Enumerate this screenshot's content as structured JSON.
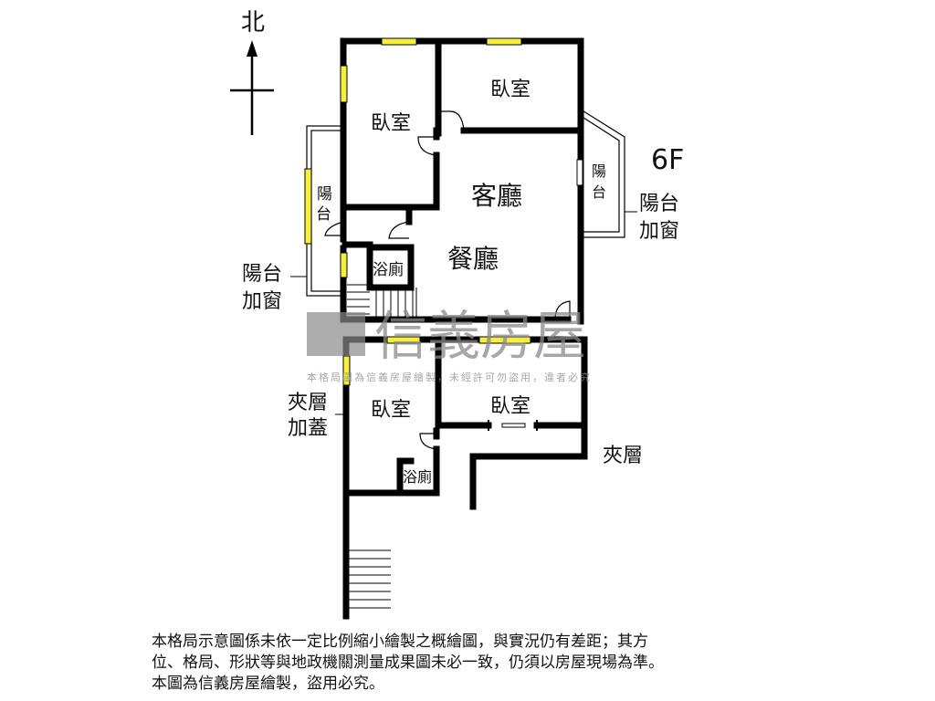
{
  "compass": {
    "north": "北"
  },
  "floor": "6F",
  "rooms": {
    "bedroom_top_left": "臥室",
    "bedroom_top_right": "臥室",
    "living_room": "客廳",
    "dining_room": "餐廳",
    "bath_upper": "浴廁",
    "balcony_left": "陽台",
    "balcony_right": "陽台",
    "bedroom_lower_left": "臥室",
    "bedroom_lower_right": "臥室",
    "bath_lower": "浴廁"
  },
  "annotations": {
    "balcony_window_right": [
      "陽台",
      "加窗"
    ],
    "balcony_window_left": [
      "陽台",
      "加窗"
    ],
    "mezzanine_cover": [
      "夾層",
      "加蓋"
    ],
    "mezzanine": "夾層"
  },
  "watermark": {
    "brand": "信義房屋",
    "notice": "本格局圖為信義房屋繪製，未經許可勿盜用，違者必究"
  },
  "disclaimer": [
    "本格局示意圖係未依一定比例縮小繪製之概繪圖，與實況仍有差距；其方",
    "位、格局、形狀等與地政機關測量成果圖未必一致，仍須以房屋現場為準。",
    "本圖為信義房屋繪製，盜用必究。"
  ],
  "colors": {
    "window": "#f5f03c",
    "wall": "#000000",
    "watermark": "#8a8a8a"
  }
}
